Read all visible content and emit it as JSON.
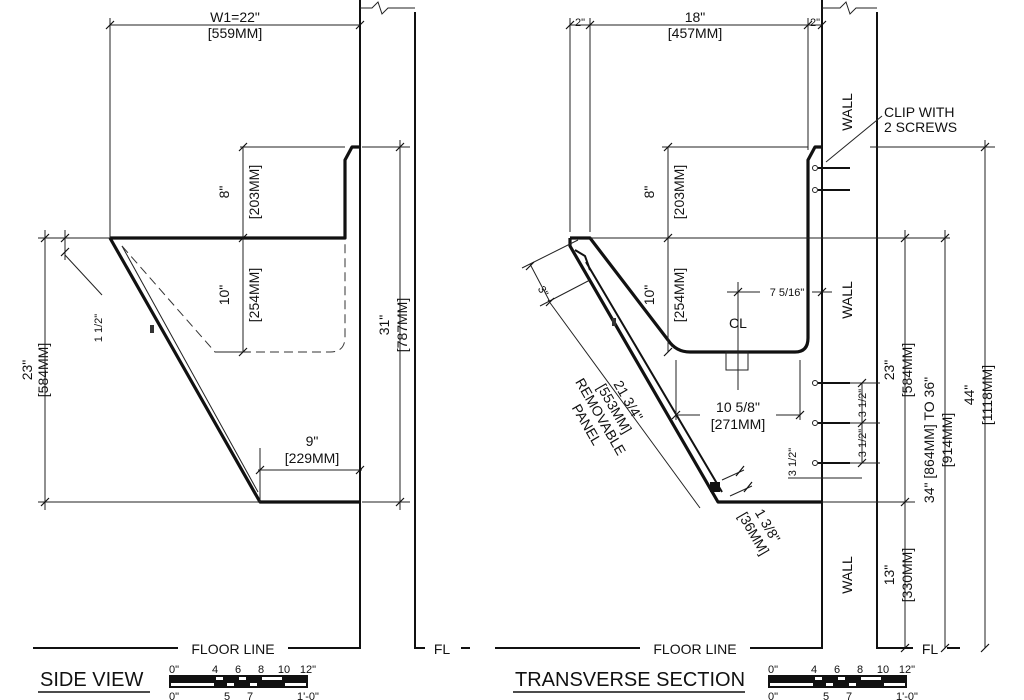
{
  "side_view": {
    "title": "SIDE VIEW",
    "width_dim": "W1=22\"",
    "width_dim_mm": "[559MM]",
    "upper_height": "8\"",
    "upper_height_mm": "[203MM]",
    "bowl_depth": "10\"",
    "bowl_depth_mm": "[254MM]",
    "total_height": "31\"",
    "total_height_mm": "[787MM]",
    "front_height": "23\"",
    "front_height_mm": "[584MM]",
    "lip": "1 1/2\"",
    "base_width": "9\"",
    "base_width_mm": "[229MM]",
    "floor_line": "FLOOR LINE",
    "fl": "FL"
  },
  "transverse_section": {
    "title": "TRANSVERSE SECTION",
    "left_margin": "2\"",
    "right_margin": "2\"",
    "width": "18\"",
    "width_mm": "[457MM]",
    "upper_height": "8\"",
    "upper_height_mm": "[203MM]",
    "bowl_depth": "10\"",
    "bowl_depth_mm": "[254MM]",
    "centerline_offset": "7 5/16\"",
    "centerline_symbol": "CL",
    "bowl_bottom": "10 5/8\"",
    "bowl_bottom_mm": "[271MM]",
    "panel_offset": "3\"",
    "panel_length": "21 3/4\"",
    "panel_length_mm": "[553MM]",
    "panel_label_1": "REMOVABLE",
    "panel_label_2": "PANEL",
    "panel_thickness": "1 3/8\"",
    "panel_thickness_mm": "[36MM]",
    "screw_spacing_1": "3 1/2\"",
    "screw_spacing_2": "3 1/2\"",
    "screw_spacing_3": "3 1/2\"",
    "wall_label": "WALL",
    "clip_label_1": "CLIP WITH",
    "clip_label_2": "2 SCREWS",
    "front_height": "23\"",
    "front_height_mm": "[584MM]",
    "rim_height": "34\" [864MM] TO 36\"",
    "rim_height_mm": "[914MM]",
    "total_height": "44\"",
    "total_height_mm": "[1118MM]",
    "base_height": "13\"",
    "base_height_mm": "[330MM]",
    "floor_line": "FLOOR LINE",
    "fl": "FL"
  },
  "scale_bar": {
    "top_labels": [
      "0\"",
      "4",
      "6",
      "8",
      "10",
      "12\""
    ],
    "bottom_labels": [
      "0\"",
      "5",
      "7",
      "1'-0\""
    ]
  }
}
